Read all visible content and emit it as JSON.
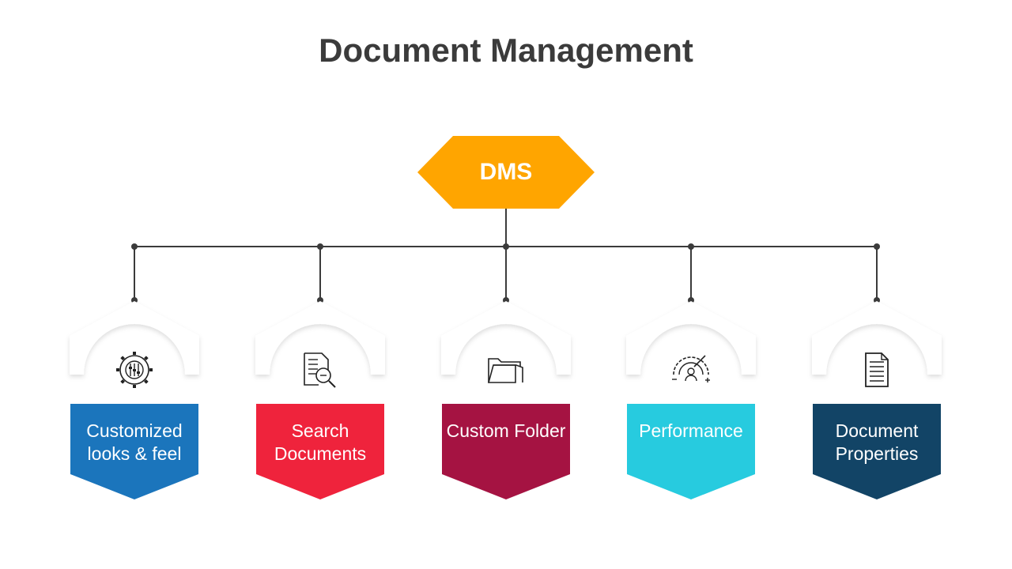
{
  "title": "Document Management",
  "hub": {
    "label": "DMS",
    "color": "#FFA500"
  },
  "line_color": "#3b3b3b",
  "items": [
    {
      "label": "Customized looks & feel",
      "color": "#1B75BC",
      "icon": "gear-sliders-icon"
    },
    {
      "label": "Search Documents",
      "color": "#EF233C",
      "icon": "document-search-icon"
    },
    {
      "label": "Custom Folder",
      "color": "#A51342",
      "icon": "folder-icon"
    },
    {
      "label": "Performance",
      "color": "#27CBDF",
      "icon": "speedometer-user-icon"
    },
    {
      "label": "Document Properties",
      "color": "#124466",
      "icon": "document-lines-icon"
    }
  ]
}
